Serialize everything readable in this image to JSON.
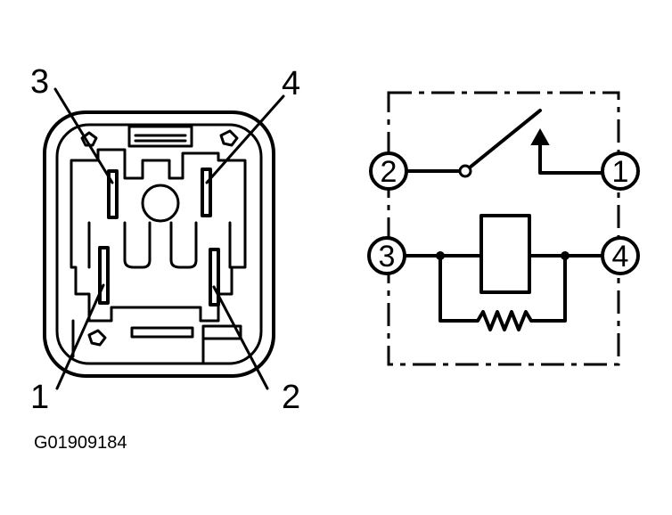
{
  "connector": {
    "pin_labels": [
      "3",
      "4",
      "1",
      "2"
    ]
  },
  "schematic": {
    "terminals": [
      "2",
      "1",
      "3",
      "4"
    ]
  },
  "figure_id": "G01909184"
}
